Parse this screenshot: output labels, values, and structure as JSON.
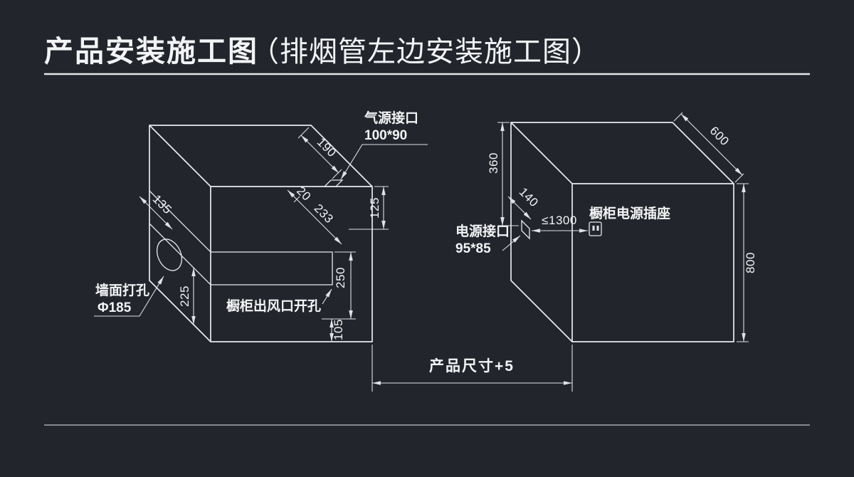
{
  "title": {
    "main": "产品安装施工图",
    "sub": "（排烟管左边安装施工图）"
  },
  "left_cabinet": {
    "gas_port_label_1": "气源接口",
    "gas_port_label_2": "100*90",
    "wall_hole_label_1": "墙面打孔",
    "wall_hole_label_2": "Φ185",
    "outlet_label": "橱柜出风口开孔",
    "dims": {
      "d190": "190",
      "d20": "20",
      "d233": "233",
      "d125": "125",
      "d135": "135",
      "d225": "225",
      "d250": "250",
      "d105": "105"
    }
  },
  "right_cabinet": {
    "power_port_label_1": "电源接口",
    "power_port_label_2": "95*85",
    "socket_label": "橱柜电源插座",
    "dims": {
      "d360": "360",
      "d140": "140",
      "d1300": "≤1300",
      "d600": "600",
      "d800": "800"
    }
  },
  "footer_dim": {
    "product_width": "产品尺寸+5"
  },
  "colors": {
    "background": "#22252b",
    "line": "#e8eaed",
    "text": "#f3f4f6"
  }
}
